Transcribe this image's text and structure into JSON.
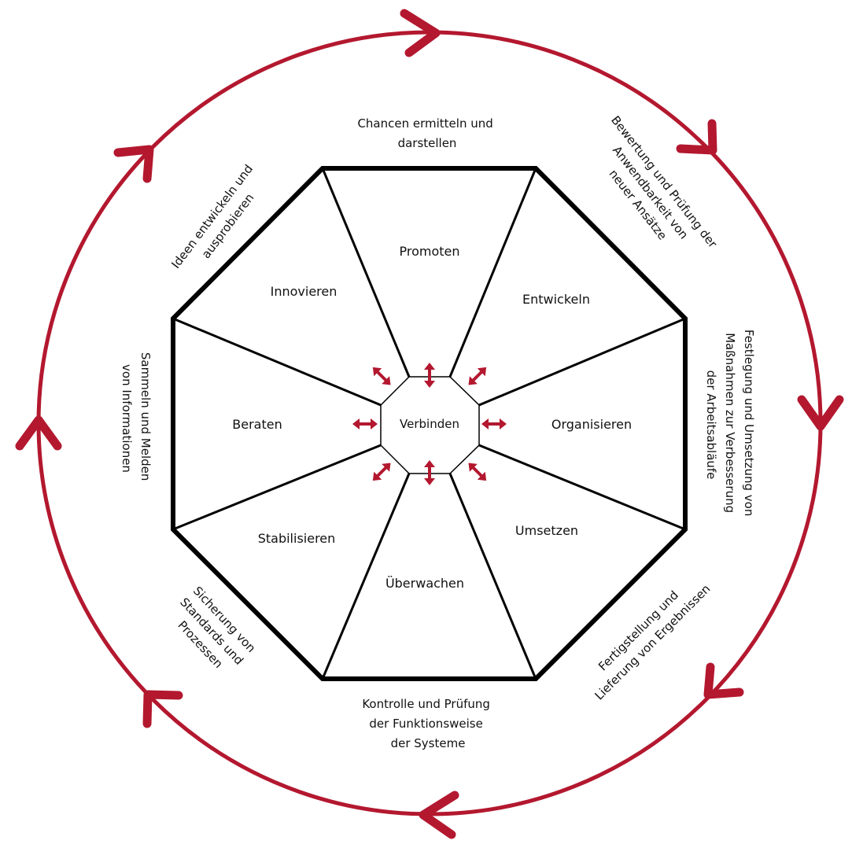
{
  "colors": {
    "accent": "#b3182f",
    "line": "#000000",
    "text": "#111111",
    "background": "#ffffff"
  },
  "center": {
    "label": "Verbinden"
  },
  "segments": [
    {
      "id": "promoten",
      "label": "Promoten"
    },
    {
      "id": "entwickeln",
      "label": "Entwickeln"
    },
    {
      "id": "organisieren",
      "label": "Organisieren"
    },
    {
      "id": "umsetzen",
      "label": "Umsetzen"
    },
    {
      "id": "ueberwachen",
      "label": "Überwachen"
    },
    {
      "id": "stabilisieren",
      "label": "Stabilisieren"
    },
    {
      "id": "beraten",
      "label": "Beraten"
    },
    {
      "id": "innovieren",
      "label": "Innovieren"
    }
  ],
  "outer_labels": [
    {
      "id": "chancen",
      "lines": [
        "Chancen ermitteln und",
        "darstellen"
      ]
    },
    {
      "id": "bewertung",
      "lines": [
        "Bewertung und Prüfung der",
        "Anwendbarkeit von",
        "neuer Ansätze"
      ]
    },
    {
      "id": "festlegung",
      "lines": [
        "Festlegung und Umsetzung von",
        "Maßnahmen zur Verbesserung",
        "der Arbeitsabläufe"
      ]
    },
    {
      "id": "fertigstellung",
      "lines": [
        "Fertigstellung und",
        "Lieferung von Ergebnissen"
      ]
    },
    {
      "id": "kontrolle",
      "lines": [
        "Kontrolle und Prüfung",
        "der Funktionsweise",
        "der Systeme"
      ]
    },
    {
      "id": "sicherung",
      "lines": [
        "Sicherung von",
        "Standards und",
        "Prozessen"
      ]
    },
    {
      "id": "sammeln",
      "lines": [
        "Sammeln und Melden",
        "von Informationen"
      ]
    },
    {
      "id": "ideen",
      "lines": [
        "Ideen entwickeln und",
        "ausprobieren"
      ]
    }
  ],
  "cycle_direction": "clockwise",
  "connector_arrows": "double-headed",
  "icons": [
    "cycle-arrow-icon",
    "double-arrow-icon"
  ]
}
